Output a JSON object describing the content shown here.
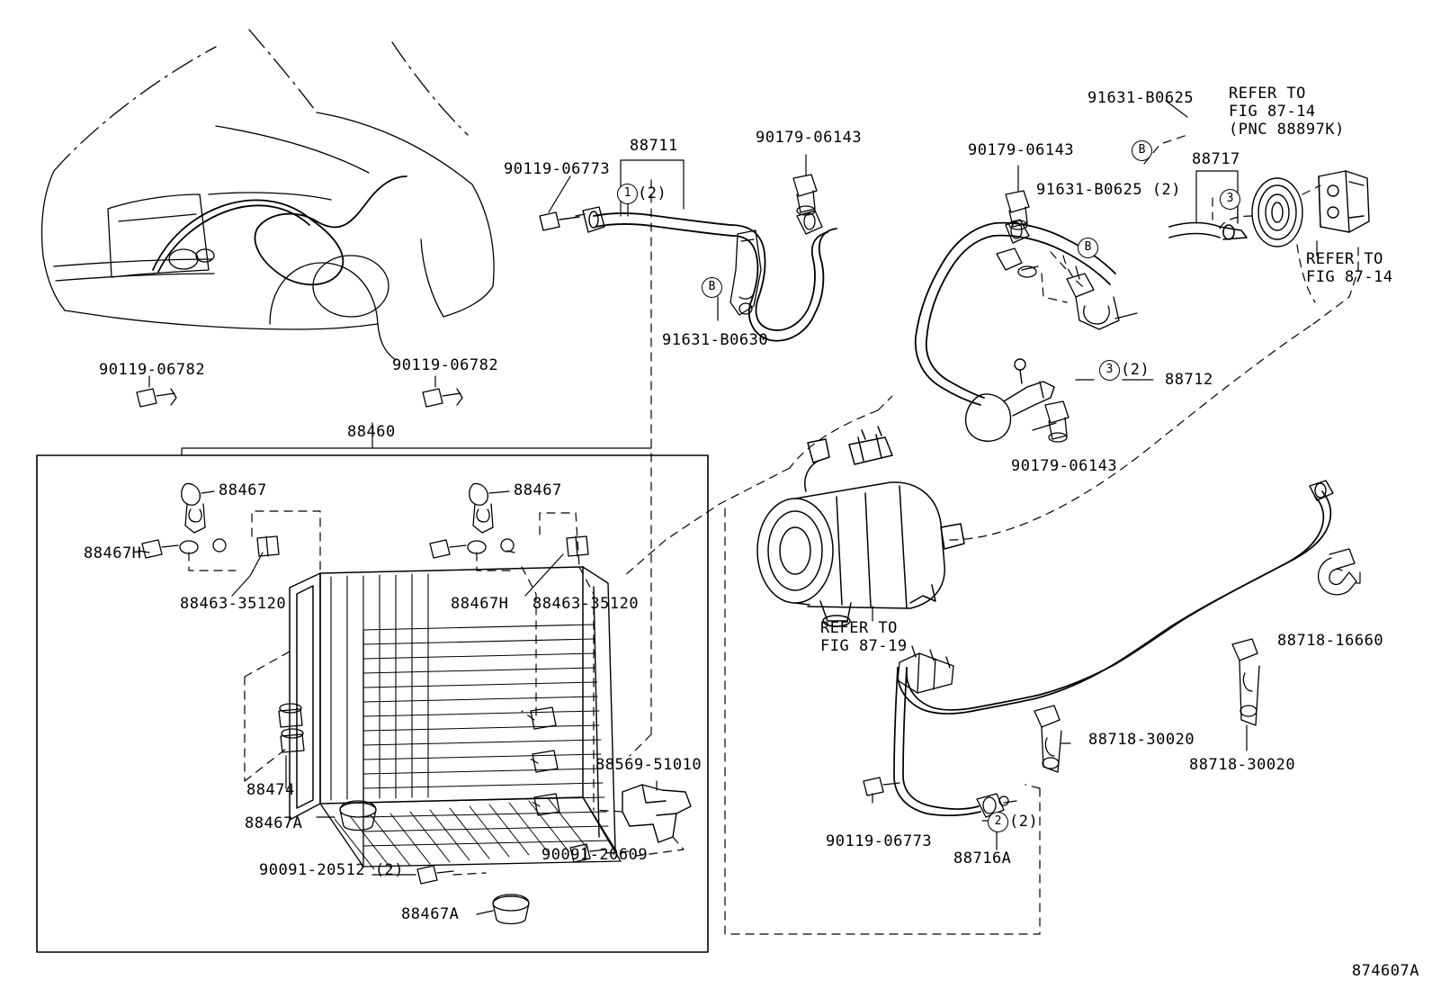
{
  "diagram": {
    "figure_code": "874607A",
    "title_refs": [
      {
        "id": "ref-87-14-top",
        "text": "REFER TO\nFIG 87-14\n(PNC 88897K)"
      },
      {
        "id": "ref-87-14-right",
        "text": "REFER TO\nFIG 87-14"
      },
      {
        "id": "ref-87-19",
        "text": "REFER TO\nFIG 87-19"
      }
    ],
    "part_labels": [
      {
        "id": "p-90119-06773-top",
        "text": "90119-06773"
      },
      {
        "id": "p-88711",
        "text": "88711"
      },
      {
        "id": "p-90179-06143-a",
        "text": "90179-06143"
      },
      {
        "id": "p-90179-06143-b",
        "text": "90179-06143"
      },
      {
        "id": "p-91631-B0625",
        "text": "91631-B0625"
      },
      {
        "id": "p-91631-B0625-2",
        "text": "91631-B0625 (2)"
      },
      {
        "id": "p-88717",
        "text": "88717"
      },
      {
        "id": "p-91631-B0630",
        "text": "91631-B0630"
      },
      {
        "id": "p-88712",
        "text": "88712"
      },
      {
        "id": "p-90179-06143-c",
        "text": "90179-06143"
      },
      {
        "id": "p-90119-06782-l",
        "text": "90119-06782"
      },
      {
        "id": "p-90119-06782-r",
        "text": "90119-06782"
      },
      {
        "id": "p-88460",
        "text": "88460"
      },
      {
        "id": "p-88467-l",
        "text": "88467"
      },
      {
        "id": "p-88467-r",
        "text": "88467"
      },
      {
        "id": "p-88467H-l",
        "text": "88467H"
      },
      {
        "id": "p-88467H-r",
        "text": "88467H"
      },
      {
        "id": "p-88463-35120-l",
        "text": "88463-35120"
      },
      {
        "id": "p-88463-35120-r",
        "text": "88463-35120"
      },
      {
        "id": "p-88474",
        "text": "88474"
      },
      {
        "id": "p-88467A-up",
        "text": "88467A"
      },
      {
        "id": "p-88467A-lo",
        "text": "88467A"
      },
      {
        "id": "p-90091-20512",
        "text": "90091-20512 (2)"
      },
      {
        "id": "p-90091-20609",
        "text": "90091-20609"
      },
      {
        "id": "p-88569-51010",
        "text": "88569-51010"
      },
      {
        "id": "p-88718-16660",
        "text": "88718-16660"
      },
      {
        "id": "p-88718-30020-a",
        "text": "88718-30020"
      },
      {
        "id": "p-88718-30020-b",
        "text": "88718-30020"
      },
      {
        "id": "p-90119-06773-bot",
        "text": "90119-06773"
      },
      {
        "id": "p-88716A",
        "text": "88716A"
      }
    ],
    "callouts": [
      {
        "id": "callout-1",
        "marker": "1",
        "qty": "(2)"
      },
      {
        "id": "callout-2",
        "marker": "2",
        "qty": "(2)"
      },
      {
        "id": "callout-3-right",
        "marker": "3",
        "qty": ""
      },
      {
        "id": "callout-3-mid",
        "marker": "3",
        "qty": "(2)"
      },
      {
        "id": "callout-B-left",
        "marker": "B",
        "qty": ""
      },
      {
        "id": "callout-B-mid",
        "marker": "B",
        "qty": ""
      },
      {
        "id": "callout-B-top",
        "marker": "B",
        "qty": ""
      }
    ]
  }
}
